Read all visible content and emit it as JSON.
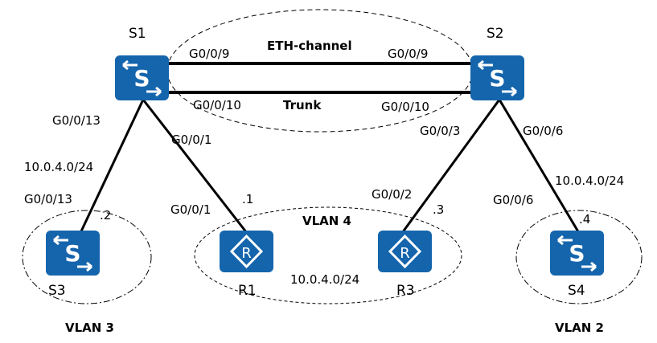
{
  "colors": {
    "device": "#1565ad",
    "link": "#000000"
  },
  "devices": {
    "s1": {
      "label": "S1",
      "icon": "switch-icon"
    },
    "s2": {
      "label": "S2",
      "icon": "switch-icon"
    },
    "s3": {
      "label": "S3",
      "icon": "switch-icon"
    },
    "s4": {
      "label": "S4",
      "icon": "switch-icon"
    },
    "r1": {
      "label": "R1",
      "icon": "router-icon",
      "glyph": "R"
    },
    "r3": {
      "label": "R3",
      "icon": "router-icon",
      "glyph": "R"
    }
  },
  "switch_glyph": "S",
  "links": {
    "eth_channel": {
      "label": "ETH-channel",
      "s1_port": "G0/0/9",
      "s2_port": "G0/0/9"
    },
    "trunk": {
      "label": "Trunk",
      "s1_port": "G0/0/10",
      "s2_port": "G0/0/10"
    },
    "s1_s3": {
      "s1_port": "G0/0/13",
      "subnet": "10.0.4.0/24",
      "s3_port": "G0/0/13",
      "addr": ".2"
    },
    "s1_r1": {
      "s1_port": "G0/0/1",
      "r1_port": "G0/0/1",
      "addr": ".1"
    },
    "s2_r3": {
      "s2_port": "G0/0/3",
      "r3_port": "G0/0/2",
      "addr": ".3"
    },
    "s2_s4": {
      "s2_port": "G0/0/6",
      "subnet": "10.0.4.0/24",
      "s4_port": "G0/0/6",
      "addr": ".4"
    }
  },
  "vlans": {
    "vlan3": {
      "label": "VLAN 3"
    },
    "vlan4": {
      "label": "VLAN 4",
      "subnet": "10.0.4.0/24"
    },
    "vlan2": {
      "label": "VLAN 2"
    }
  }
}
